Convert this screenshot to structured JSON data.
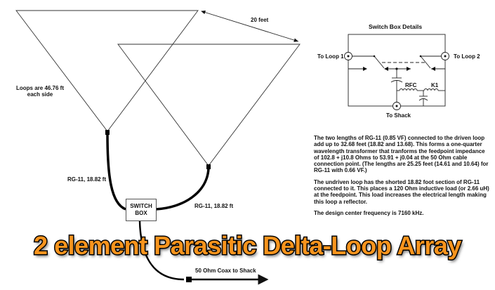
{
  "title": "2 element Parasitic Delta-Loop Array",
  "labels": {
    "spacing": "20 feet",
    "loop_size_line1": "Loops are 46.76 ft",
    "loop_size_line2": "each side",
    "coax_left": "RG-11, 18.82 ft",
    "coax_right": "RG-11, 18.82 ft",
    "switch_box_line1": "SWITCH",
    "switch_box_line2": "BOX",
    "feedline": "50 Ohm Coax to Shack"
  },
  "schematic": {
    "title": "Switch Box Details",
    "port_loop1": "To Loop 1",
    "port_loop2": "To Loop 2",
    "port_shack": "To Shack",
    "rfc": "RFC",
    "relay": "K1"
  },
  "description": {
    "p1": "The two lengths of RG-11 (0.85 VF) connected to the driven loop add up to 32.68 feet (18.82 and 13.68). This forms a one-quarter wavelength transformer that tranforms the feedpoint impedance of 102.8 + j10.8 Ohms to 53.91 + j0.04 at the 50 Ohm cable connection point. (The lengths are 25.25 feet (14.61 and 10.64) for RG-11 with 0.66 VF.)",
    "p2": "The undriven loop has the shorted 18.82 foot section of RG-11 connected to it. This places a 120 Ohm inductive load (or 2.66 uH) at the feedpoint. This load increases the electrical length making this loop a reflector.",
    "p3": "The design center frequency is 7160 kHz."
  },
  "colors": {
    "title_fill": "#f7941d",
    "title_outline": "#000000",
    "line": "#222222"
  }
}
